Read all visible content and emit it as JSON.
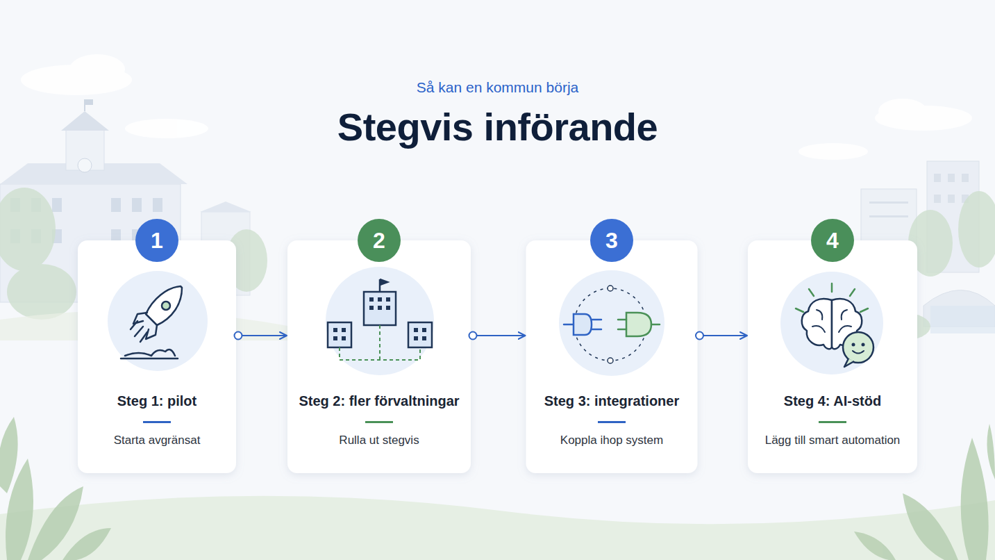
{
  "diagram": {
    "title": "Stegvis införande",
    "nodes": [
      {
        "text": [
          "Steg 1: pilot",
          "Starta avgränsat"
        ]
      },
      {
        "text": [
          "1"
        ],
        "in": 0
      },
      {
        "text": [
          "Steg 2: fler förvaltningar",
          "Rulla ut stegvis"
        ]
      },
      {
        "text": [
          "2"
        ],
        "in": 2
      },
      {
        "text": [
          "Steg 3: integrationer",
          "Koppla ihop system"
        ]
      },
      {
        "text": [
          "3"
        ],
        "in": 4
      },
      {
        "text": [
          "Steg 4: AI-stöd",
          "Lägg till smart automation"
        ]
      },
      {
        "text": [
          "4"
        ],
        "in": 6
      }
    ],
    "edges": [
      {
        "from": 0,
        "to": 2,
        "arrow": "to"
      },
      {
        "from": 2,
        "to": 4,
        "arrow": "to"
      },
      {
        "from": 4,
        "to": 6,
        "arrow": "to"
      }
    ],
    "labels": [
      "Så kan en kommun börja"
    ]
  }
}
